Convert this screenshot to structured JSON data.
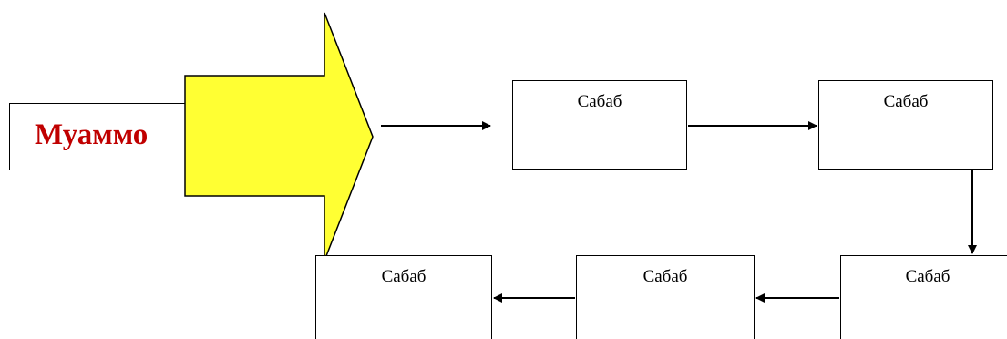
{
  "diagram": {
    "problem": {
      "label": "Муаммо",
      "label_color": "#c00000",
      "arrow_fill": "#ffff33"
    },
    "causes": [
      {
        "id": "cause-1",
        "label": "Сабаб"
      },
      {
        "id": "cause-2",
        "label": "Сабаб"
      },
      {
        "id": "cause-3",
        "label": "Сабаб"
      },
      {
        "id": "cause-4",
        "label": "Сабаб"
      },
      {
        "id": "cause-5",
        "label": "Сабаб"
      }
    ]
  }
}
